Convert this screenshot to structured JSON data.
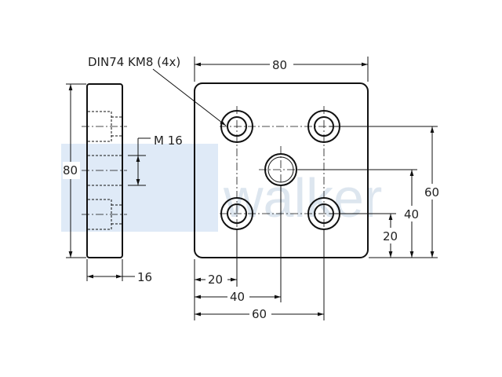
{
  "watermark": {
    "text": "walker",
    "colors": {
      "block": "#c4d8f0",
      "text": "#dde6ef"
    }
  },
  "annotations": {
    "fastener": "DIN74 KM8 (4x)",
    "thread": "M 16",
    "thickness": "16"
  },
  "dimensions": {
    "width": "80",
    "height_left": "80",
    "dim_60_right": "60",
    "dim_40_right": "40",
    "dim_20_right": "20",
    "dim_20_bottom": "20",
    "dim_40_bottom": "40",
    "dim_60_bottom": "60"
  }
}
